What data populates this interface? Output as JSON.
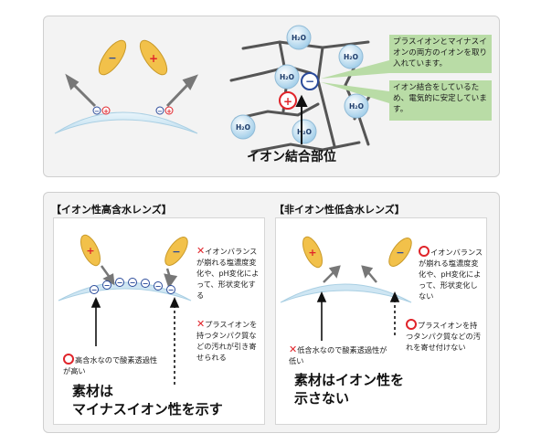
{
  "top": {
    "water_label": "H₂O",
    "callout_1": "プラスイオンとマイナスイオンの両方のイオンを取り入れています。",
    "callout_2": "イオン結合をしているため、電気的に安定しています。",
    "bond_site_label": "イオン結合部位"
  },
  "ionic": {
    "header": "【イオン性高含水レンズ】",
    "note_1": "イオンバランスが崩れる塩濃度変化や、pH変化によって、形状変化する",
    "note_2": "プラスイオンを持つタンパク質などの汚れが引き寄せられる",
    "note_3": "高含水なので酸素透過性が高い",
    "summary_line1": "素材は",
    "summary_line2": "マイナスイオン性を示す"
  },
  "nonionic": {
    "header": "【非イオン性低含水レンズ】",
    "note_1": "イオンバランスが崩れる塩濃度変化や、pH変化によって、形状変化しない",
    "note_2": "プラスイオンを持つタンパク質などの汚れを寄せ付けない",
    "note_3": "低含水なので酸素透過性が低い",
    "summary_line1": "素材はイオン性を",
    "summary_line2": "示さない"
  },
  "symbols": {
    "plus": "+",
    "minus": "−",
    "cross": "✕"
  },
  "colors": {
    "lens": "#cfe6f3",
    "ion_cap": "#f2c14a",
    "plus": "#e0242a",
    "minus": "#2a4a9a",
    "callout": "#b9dca6",
    "water": "#b7d8ee"
  }
}
